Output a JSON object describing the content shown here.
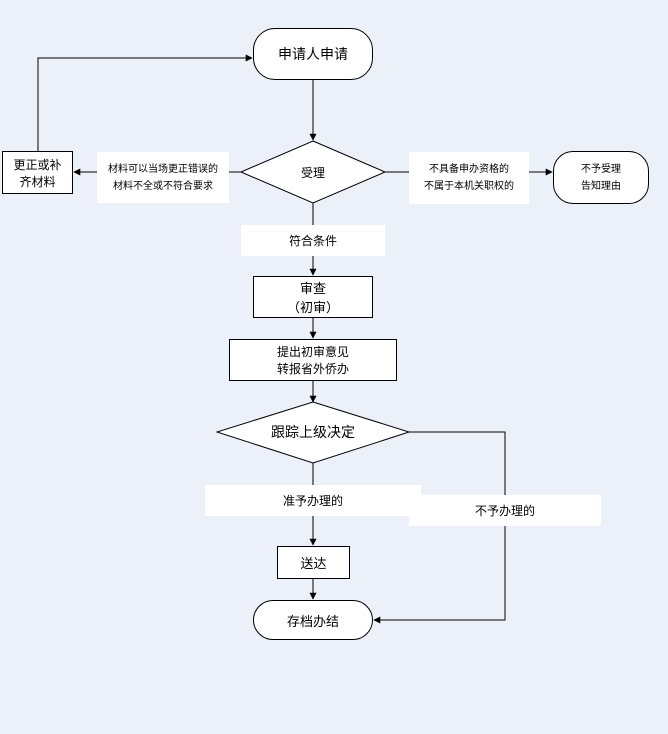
{
  "nodes": {
    "applicant_apply": "申请人申请",
    "supplement": [
      "更正或补",
      "齐材料"
    ],
    "accept": "受理",
    "reject_notify": [
      "不予受理",
      "告知理由"
    ],
    "review": [
      "审查",
      "（初审）"
    ],
    "submit_opinion": [
      "提出初审意见",
      "转报省外侨办"
    ],
    "track_decision": "跟踪上级决定",
    "deliver": "送达",
    "archive": "存档办结"
  },
  "labels": {
    "materials_fixable": [
      "材料可以当场更正错误的",
      "材料不全或不符合要求"
    ],
    "not_qualified": [
      "不具备申办资格的",
      "不属于本机关职权的"
    ],
    "meets_conditions": "符合条件",
    "approved": "准予办理的",
    "not_approved": "不予办理的"
  }
}
